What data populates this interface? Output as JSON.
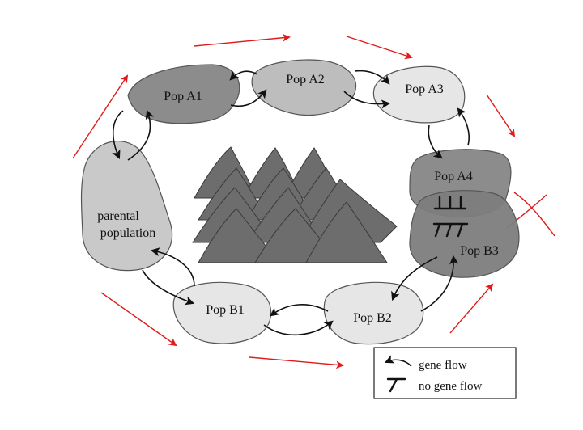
{
  "populations": {
    "pop_a1": "Pop A1",
    "pop_a2": "Pop A2",
    "pop_a3": "Pop A3",
    "pop_a4": "Pop A4",
    "pop_b1": "Pop B1",
    "pop_b2": "Pop B2",
    "pop_b3": "Pop B3",
    "parental_line1": "parental",
    "parental_line2": "population"
  },
  "legend": {
    "gene_flow": "gene flow",
    "no_gene_flow": "no gene flow"
  },
  "colors": {
    "dark_fill": "#8c8c8c",
    "medium_fill": "#bdbdbd",
    "light_fill": "#e6e6e6",
    "mountain_fill": "#6d6d6d",
    "annotation_red": "#e11b1b",
    "arrow_black": "#111111"
  }
}
